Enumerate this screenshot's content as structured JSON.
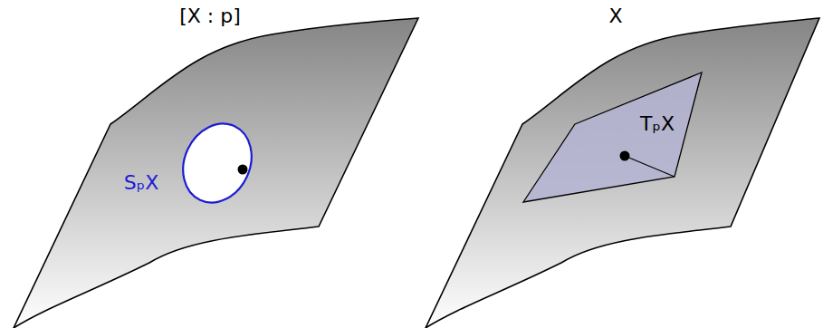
{
  "diagram": {
    "nodes": [
      {
        "text": [
          "TₚX"
        ]
      }
    ],
    "labels": [
      "[X : p]",
      "X",
      "SₚX"
    ]
  }
}
